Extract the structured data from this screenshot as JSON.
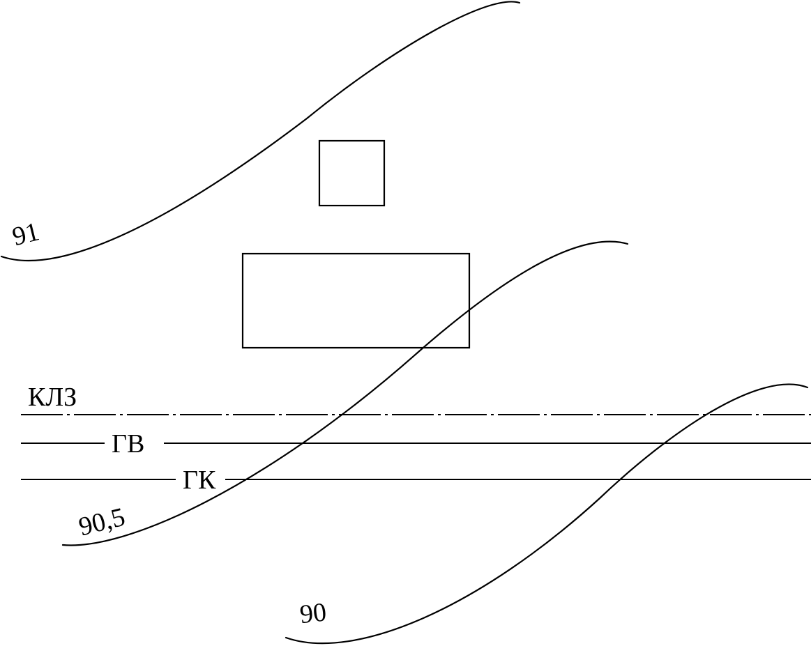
{
  "contours": [
    {
      "id": "contour-91",
      "elevation_label": "91"
    },
    {
      "id": "contour-90-5",
      "elevation_label": "90,5"
    },
    {
      "id": "contour-90",
      "elevation_label": "90"
    }
  ],
  "lines": {
    "klz": {
      "label": "КЛЗ",
      "style": "dash-dot"
    },
    "gv": {
      "label": "ГВ",
      "style": "solid"
    },
    "gk": {
      "label": "ГК",
      "style": "solid"
    }
  },
  "colors": {
    "stroke": "#000000",
    "background": "#ffffff"
  }
}
